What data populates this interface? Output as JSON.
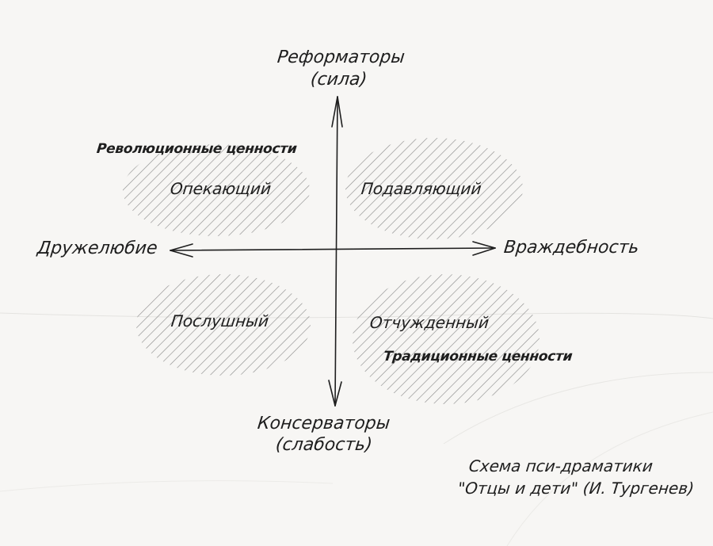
{
  "axes": {
    "top": {
      "title": "Реформаторы",
      "sub": "(сила)"
    },
    "bottom": {
      "title": "Консерваторы",
      "sub": "(слабость)"
    },
    "left": "Дружелюбие",
    "right": "Враждебность"
  },
  "quadrants": {
    "top_left": "Опекающий",
    "top_right": "Подавляющий",
    "bottom_left": "Послушный",
    "bottom_right": "Отчужденный"
  },
  "notes": {
    "revolutionary": "Революционные ценности",
    "traditional": "Традиционные ценности"
  },
  "caption": {
    "line1": "Схема пси-драматики",
    "line2": "\"Отцы и дети\" (И. Тургенев)"
  },
  "colors": {
    "ink": "#1e1e1e",
    "hatch": "#7c7c7c",
    "paper": "#f7f6f4"
  }
}
